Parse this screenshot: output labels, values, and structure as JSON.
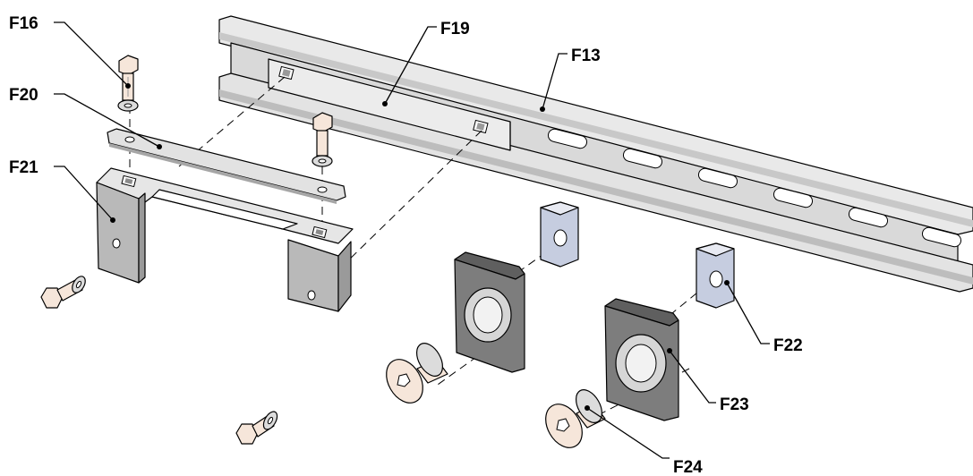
{
  "diagram": {
    "labels": {
      "f16": "F16",
      "f19": "F19",
      "f13": "F13",
      "f20": "F20",
      "f21": "F21",
      "f22": "F22",
      "f23": "F23",
      "f24": "F24"
    },
    "colors": {
      "rail_light": "#e9e9e9",
      "rail_mid": "#cfcfcf",
      "rail_dark": "#a8a8a8",
      "bracket": "#b9b9b9",
      "bracket_side": "#9a9a9a",
      "block_face": "#7d7d7d",
      "block_top": "#5f5f5f",
      "nut": "#c6cde0",
      "bolt": "#f6e6da",
      "washer": "#dcdcdc"
    }
  }
}
